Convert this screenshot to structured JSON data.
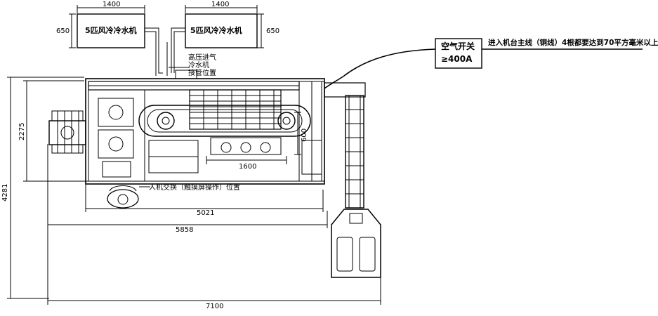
{
  "drawing": {
    "chiller_left": {
      "label": "5匹风冷冷水机",
      "width_dim": "1400",
      "height_dim": "650"
    },
    "chiller_right": {
      "label": "5匹风冷冷水机",
      "width_dim": "1400",
      "height_dim": "650"
    },
    "air_switch": {
      "line1": "空气开关",
      "line2": "≥400A"
    },
    "power_note": "进入机台主线（铜线）4根都要达到70平方毫米以上",
    "connection_note": {
      "line1": "高压进气",
      "line2": "冷水机",
      "line3": "接管位置"
    },
    "hmi_note": "人机交换（触摸屏操作）位置",
    "dimensions": {
      "overall_height": "4281",
      "frame_height": "2275",
      "conveyor_height": "600",
      "inner_width": "1600",
      "machine_width": "5021",
      "base_width": "5858",
      "total_width": "7100"
    }
  },
  "colors": {
    "line": "#000000",
    "background": "#ffffff"
  }
}
